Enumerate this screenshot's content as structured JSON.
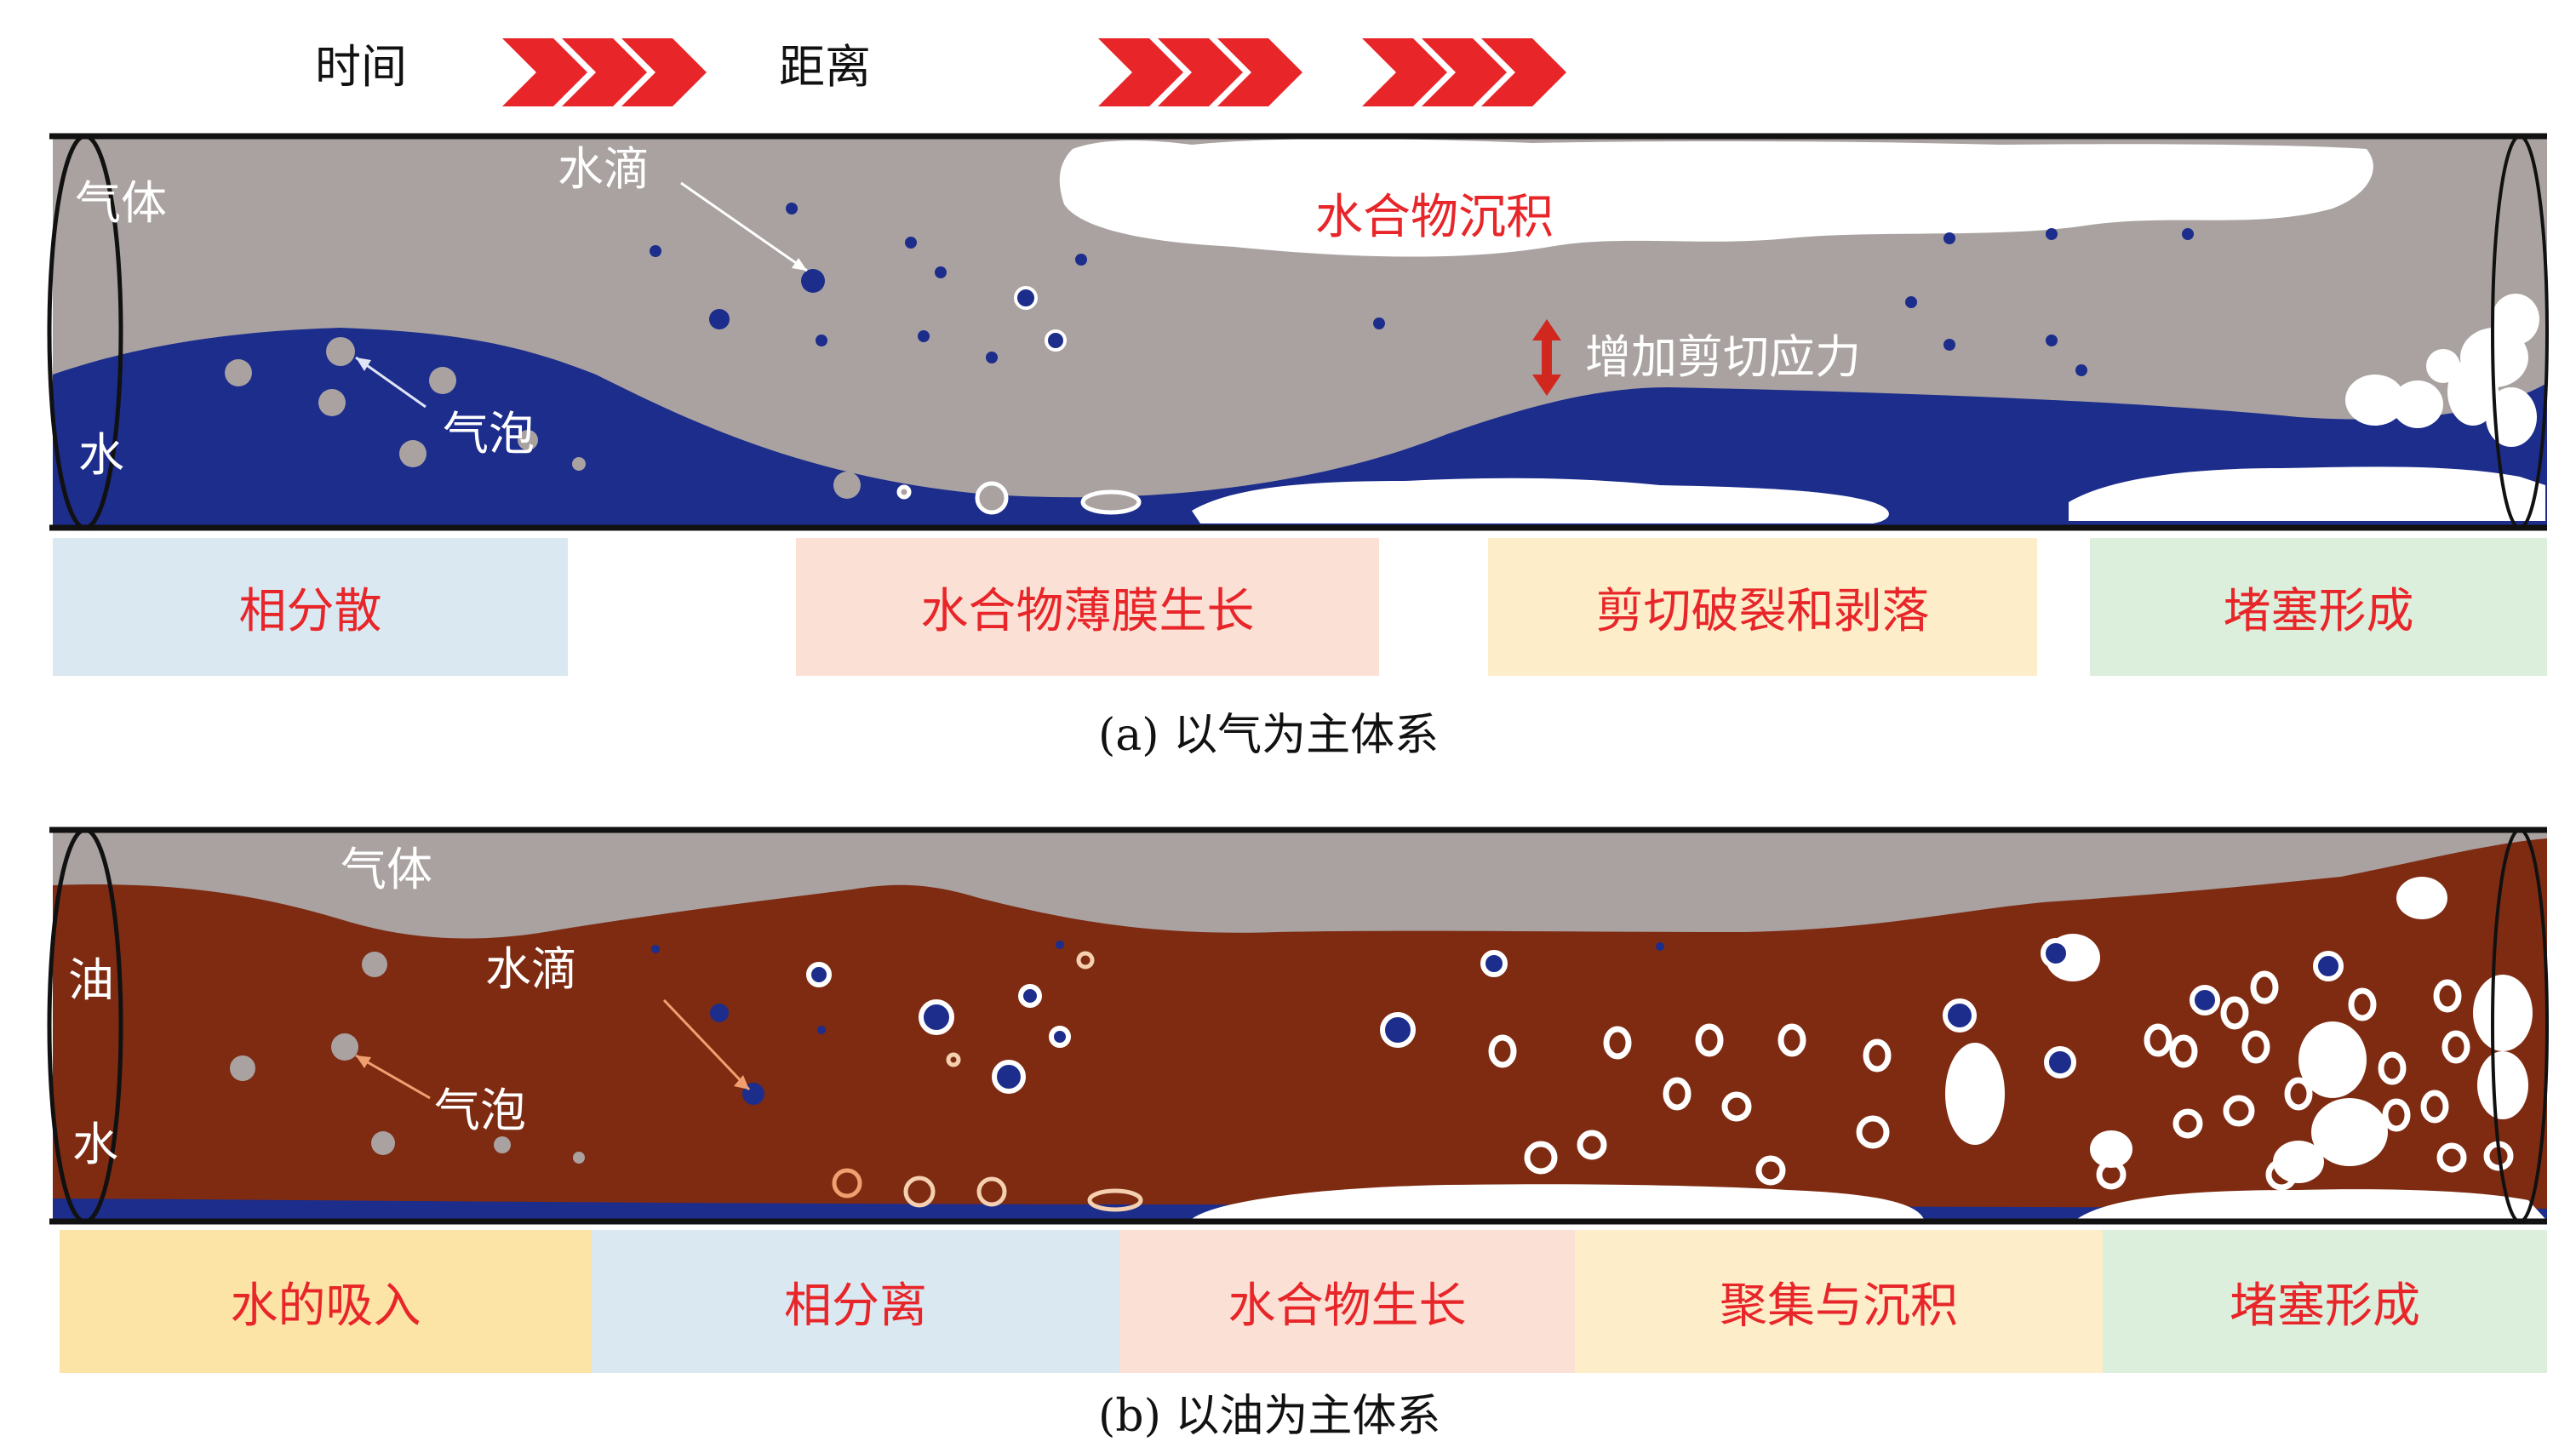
{
  "header": {
    "time_label": "时间",
    "distance_label": "距离",
    "arrow_color": "#e8262a"
  },
  "panel_a": {
    "gas_label": "气体",
    "water_label": "水",
    "droplet_label": "水滴",
    "bubble_label": "气泡",
    "hydrate_deposit_label": "水合物沉积",
    "shear_label": "增加剪切应力",
    "stages": [
      {
        "label": "相分散",
        "color": "#dae8f1"
      },
      {
        "label": "水合物薄膜生长",
        "color": "#fbe1d5"
      },
      {
        "label": "剪切破裂和剥落",
        "color": "#fdeec9"
      },
      {
        "label": "堵塞形成",
        "color": "#dcefdc"
      }
    ],
    "caption": "(a)  以气为主体系",
    "colors": {
      "gas": "#a9a2a1",
      "water": "#1c2d8c",
      "hydrate": "#ffffff"
    }
  },
  "panel_b": {
    "gas_label": "气体",
    "oil_label": "油",
    "water_label": "水",
    "droplet_label": "水滴",
    "bubble_label": "气泡",
    "stages": [
      {
        "label": "水的吸入",
        "color": "#fce3a6"
      },
      {
        "label": "相分离",
        "color": "#dae8f1"
      },
      {
        "label": "水合物生长",
        "color": "#fbe1d5"
      },
      {
        "label": "聚集与沉积",
        "color": "#fdeec9"
      },
      {
        "label": "堵塞形成",
        "color": "#dcefdc"
      }
    ],
    "caption": "(b)  以油为主体系",
    "colors": {
      "gas": "#a9a2a1",
      "oil": "#7e2b12",
      "water": "#1c2d8c",
      "hydrate": "#ffffff"
    }
  }
}
